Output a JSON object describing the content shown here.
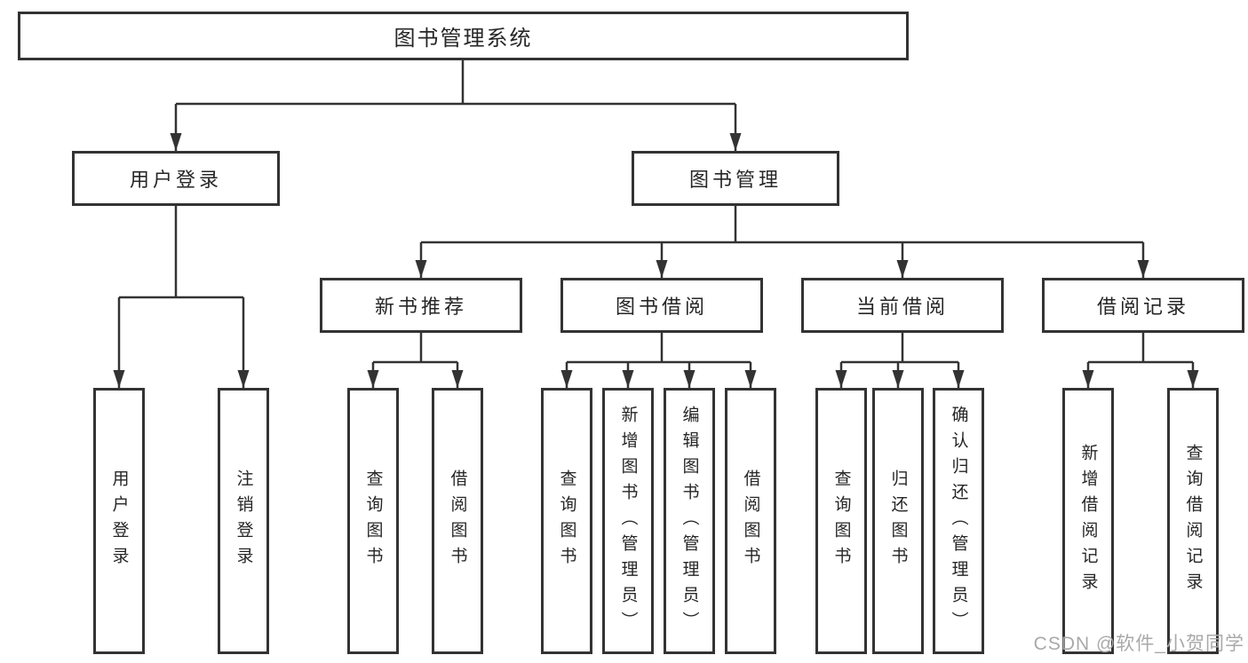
{
  "diagram": {
    "root": {
      "label": "图书管理系统"
    },
    "branches": [
      {
        "label": "用户登录",
        "children": [
          {
            "label": "用户登录"
          },
          {
            "label": "注销登录"
          }
        ]
      },
      {
        "label": "图书管理",
        "groups": [
          {
            "label": "新书推荐",
            "children": [
              {
                "label": "查询图书"
              },
              {
                "label": "借阅图书"
              }
            ]
          },
          {
            "label": "图书借阅",
            "children": [
              {
                "label": "查询图书"
              },
              {
                "label": "新增图书（管理员）"
              },
              {
                "label": "编辑图书（管理员）"
              },
              {
                "label": "借阅图书"
              }
            ]
          },
          {
            "label": "当前借阅",
            "children": [
              {
                "label": "查询图书"
              },
              {
                "label": "归还图书"
              },
              {
                "label": "确认归还（管理员）"
              }
            ]
          },
          {
            "label": "借阅记录",
            "children": [
              {
                "label": "新增借阅记录"
              },
              {
                "label": "查询借阅记录"
              }
            ]
          }
        ]
      }
    ]
  },
  "watermark": {
    "text": "CSDN @软件_小贺同学"
  },
  "colors": {
    "line": "#333333",
    "text": "#262626",
    "box_background": "#ffffff",
    "page_background": "#ffffff",
    "watermark": "#a9a9a9"
  }
}
